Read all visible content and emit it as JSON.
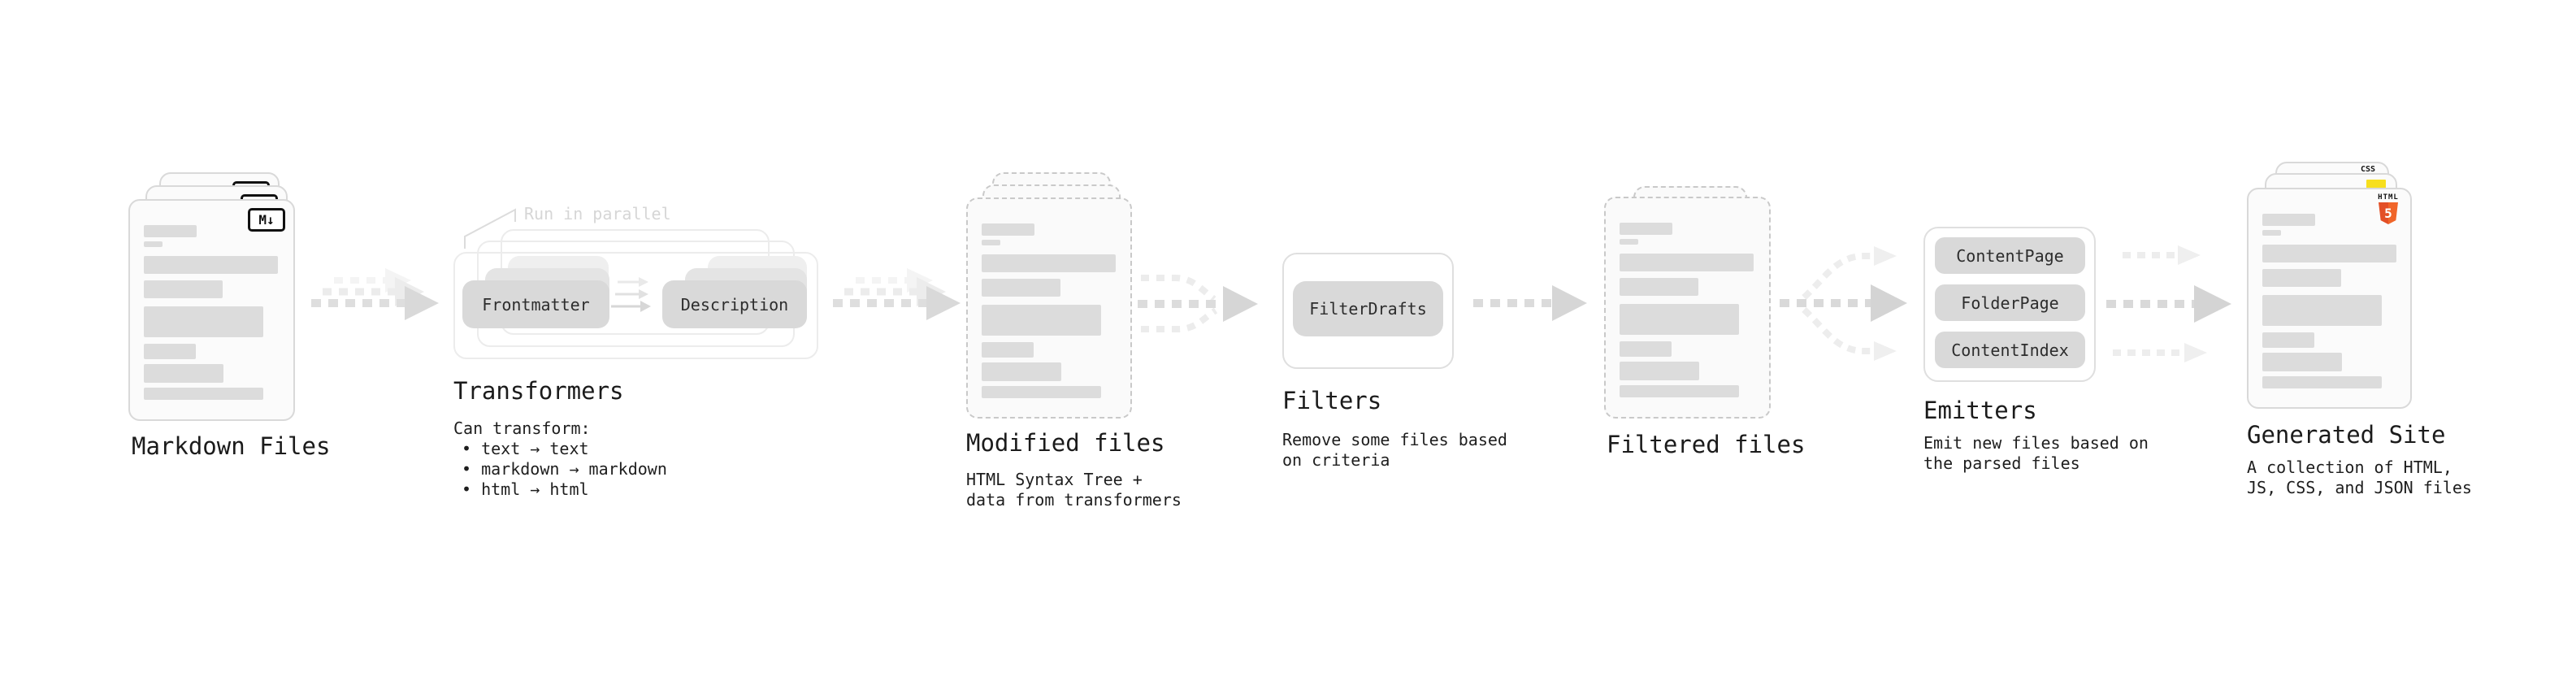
{
  "stages": {
    "markdown_files": {
      "label": "Markdown Files",
      "badge": "M↓"
    },
    "transformers": {
      "heading": "Transformers",
      "note": "Run in parallel",
      "pill_left": "Frontmatter",
      "pill_right": "Description",
      "desc_title": "Can transform:",
      "bullets": [
        "• text → text",
        "• markdown → markdown",
        "• html → html"
      ]
    },
    "modified_files": {
      "label": "Modified files",
      "desc_line1": "HTML Syntax Tree +",
      "desc_line2": "data from transformers"
    },
    "filters": {
      "heading": "Filters",
      "pill": "FilterDrafts",
      "desc_line1": "Remove some files based",
      "desc_line2": "on criteria"
    },
    "filtered_files": {
      "label": "Filtered files"
    },
    "emitters": {
      "heading": "Emitters",
      "pills": [
        "ContentPage",
        "FolderPage",
        "ContentIndex"
      ],
      "desc_line1": "Emit new files based on",
      "desc_line2": "the parsed files"
    },
    "generated_site": {
      "label": "Generated Site",
      "desc_line1": "A collection of HTML,",
      "desc_line2": "JS, CSS, and JSON files",
      "html5_word": "HTML",
      "html5_number": "5",
      "css_word": "CSS"
    }
  },
  "colors": {
    "text": "#1e1e1e",
    "muted_note": "#d6d6d6",
    "card_border": "#d9d9d9",
    "dashed_border": "#c9c9c9",
    "skeleton_bar": "#dcdcdc",
    "pill_fill": "#d9d9d9",
    "arrow": "#d9d9d9",
    "html5_orange": "#e34f26",
    "js_yellow": "#f7df1e",
    "css_blue": "#2b63e8"
  }
}
